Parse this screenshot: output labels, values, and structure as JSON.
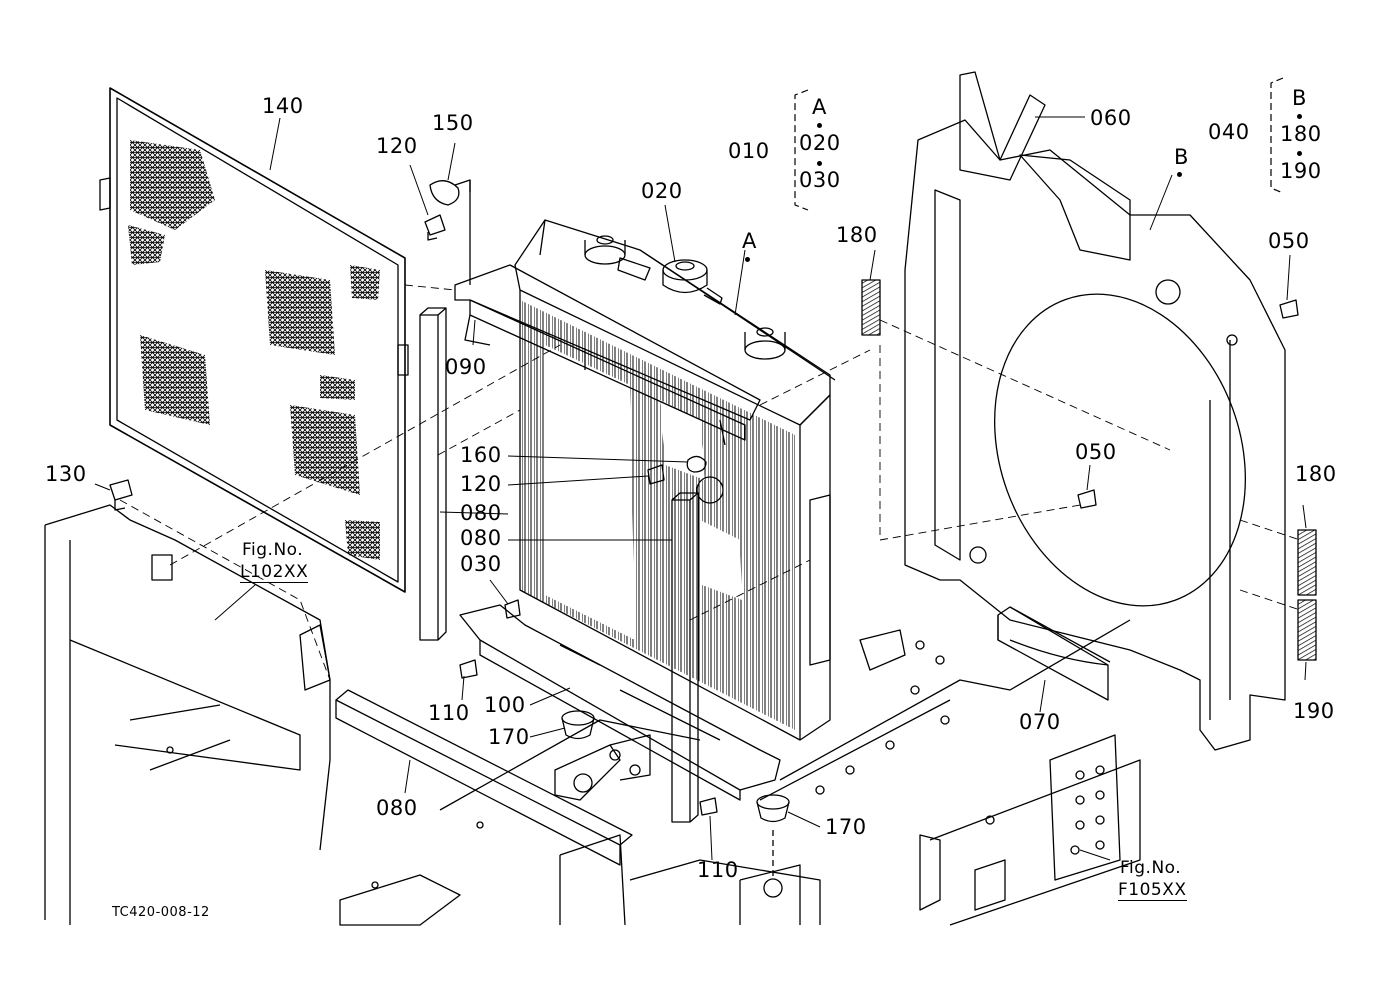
{
  "callouts": {
    "c140": "140",
    "c150": "150",
    "c120a": "120",
    "c130": "130",
    "c090": "090",
    "c160": "160",
    "c120b": "120",
    "c080a": "080",
    "c080b": "080",
    "c080c": "080",
    "c030": "030",
    "c110a": "110",
    "c100": "100",
    "c170a": "170",
    "c110b": "110",
    "c170b": "170",
    "c020": "020",
    "cA": "A",
    "c180a": "180",
    "c060": "060",
    "cB": "B",
    "c050a": "050",
    "c050b": "050",
    "c180b": "180",
    "c190": "190",
    "c070": "070"
  },
  "groups": {
    "g010": {
      "number": "010",
      "items": [
        "A",
        "020",
        "030"
      ]
    },
    "g040": {
      "number": "040",
      "items": [
        "B",
        "180",
        "190"
      ]
    }
  },
  "figure_refs": {
    "ref1": {
      "prefix": "Fig.No.",
      "code": "L102XX"
    },
    "ref2": {
      "prefix": "Fig.No.",
      "code": "F105XX"
    }
  },
  "drawing_code": "TC420-008-12",
  "colors": {
    "line": "#000000",
    "background": "#ffffff"
  }
}
